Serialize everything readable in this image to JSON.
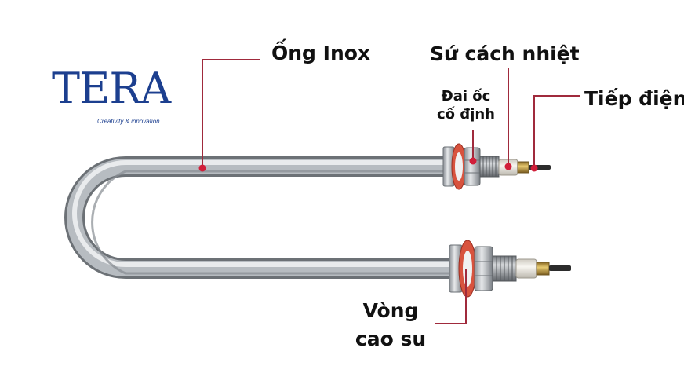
{
  "logo": {
    "word": "TERA",
    "tagline": "Creativity & innovation",
    "color": "#1c3f8f"
  },
  "labels": {
    "stainless_tube": "Ống Inox",
    "ceramic_insulator": "Sứ cách nhiệt",
    "fixing_nut_line1": "Đai ốc",
    "fixing_nut_line2": "cố định",
    "terminal": "Tiếp điện",
    "rubber_ring_line1": "Vòng",
    "rubber_ring_line2": "cao su"
  },
  "colors": {
    "leader_line": "#a02a3c",
    "pointer_dot": "#d11f3a",
    "steel_light": "#eceef0",
    "steel_dark": "#8e9399",
    "gasket": "#e0553f",
    "ceramic": "#f4f1ea",
    "brass": "#c9a548"
  }
}
